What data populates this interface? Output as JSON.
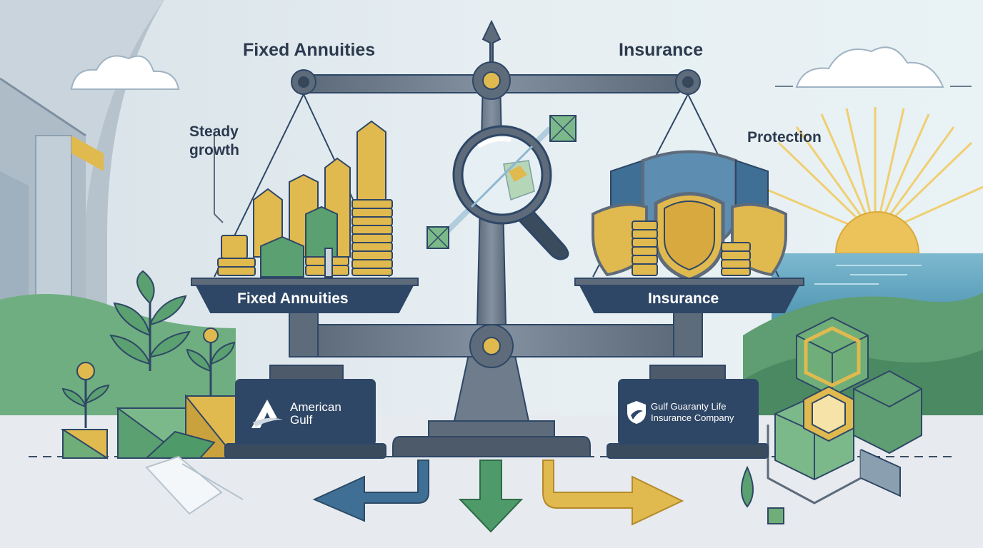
{
  "headings": {
    "left": "Fixed Annuities",
    "right": "Insurance"
  },
  "annotations": {
    "steady_growth": "Steady growth",
    "protection": "Protection"
  },
  "pans": {
    "left_label": "Fixed Annuities",
    "right_label": "Insurance"
  },
  "brands": {
    "left": {
      "line1": "American",
      "line2": "Gulf"
    },
    "right": {
      "line1": "Gulf Guaranty Life",
      "line2": "Insurance Company"
    }
  },
  "colors": {
    "navy": "#2f4766",
    "slate": "#5d6b7b",
    "gold": "#e0b94f",
    "green": "#4e9a68",
    "blue_arrow": "#3f6f95",
    "sky": "#dfeef4",
    "sea": "#5fa7c4",
    "hill": "#6cae7f"
  },
  "icons": [
    "magnifier-icon",
    "shield-icon",
    "coin-stack-icon",
    "gold-bar-icon",
    "leaf-icon",
    "cube-icon",
    "sun-icon",
    "cloud-icon",
    "arrow-left-icon",
    "arrow-down-icon",
    "arrow-right-icon"
  ]
}
